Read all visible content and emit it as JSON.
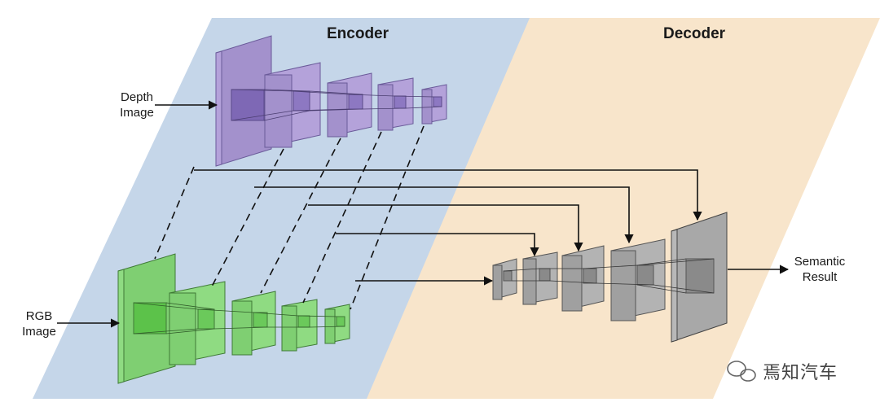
{
  "titles": {
    "encoder": "Encoder",
    "decoder": "Decoder"
  },
  "inputs": {
    "depth": [
      "Depth",
      "Image"
    ],
    "rgb": [
      "RGB",
      "Image"
    ]
  },
  "output": [
    "Semantic",
    "Result"
  ],
  "watermark": "焉知汽车",
  "colors": {
    "encoder_panel": "#c5d6e9",
    "decoder_panel": "#f8e5cb",
    "depth_block": "#b4a2da",
    "rgb_block": "#8fdb82",
    "decoder_block": "#b3b3b3"
  }
}
